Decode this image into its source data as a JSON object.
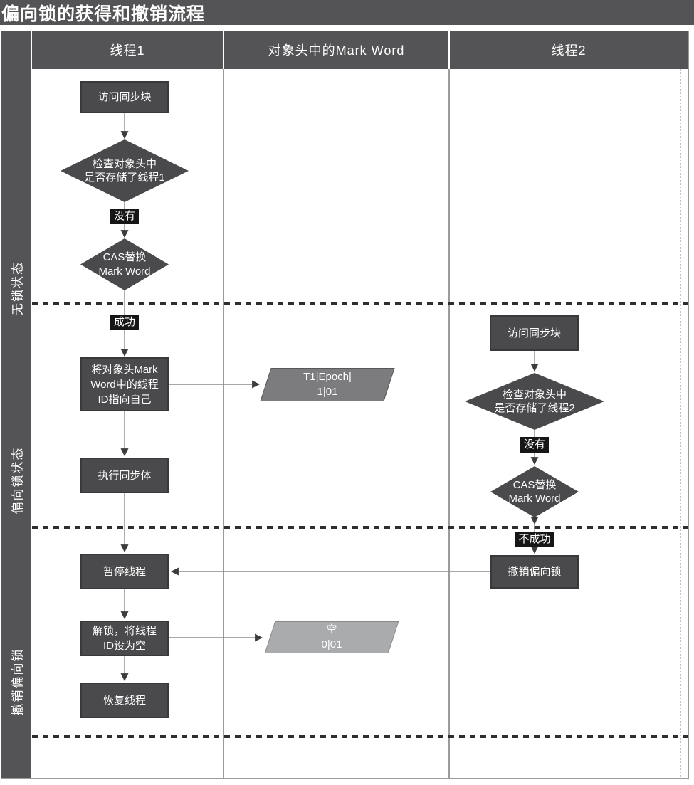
{
  "title": "偏向锁的获得和撤销流程",
  "lanes": {
    "thread1": "线程1",
    "markword": "对象头中的Mark Word",
    "thread2": "线程2"
  },
  "states": {
    "no_lock": "无锁状态",
    "biased_lock": "偏向锁状态",
    "revoke_biased": "撤销偏向锁"
  },
  "thread1": {
    "access": "访问同步块",
    "check": "检查对象头中\n是否存储了线程1",
    "no": "没有",
    "cas": "CAS替换\nMark Word",
    "success": "成功",
    "set_id": "将对象头Mark\nWord中的线程\nID指向自己",
    "execute": "执行同步体",
    "pause": "暂停线程",
    "unlock": "解锁，将线程\nID设为空",
    "resume": "恢复线程"
  },
  "markword": {
    "biased": "T1|Epoch|\n1|01",
    "empty": "空\n0|01"
  },
  "thread2": {
    "access": "访问同步块",
    "check": "检查对象头中\n是否存储了线程2",
    "no": "没有",
    "cas": "CAS替换\nMark Word",
    "fail": "不成功",
    "revoke": "撤销偏向锁"
  },
  "colors": {
    "frame": "#545456",
    "node": "#4a4a4c",
    "node_border": "#39393b",
    "badge": "#161616",
    "line": "#8c8c8c",
    "arrow": "#3c3c3c",
    "dash": "#2e2e2e",
    "para_biased": "#7c7c7e",
    "para_empty": "#aaabad",
    "grid": "#9b9b9b",
    "text": "#ffffff"
  }
}
